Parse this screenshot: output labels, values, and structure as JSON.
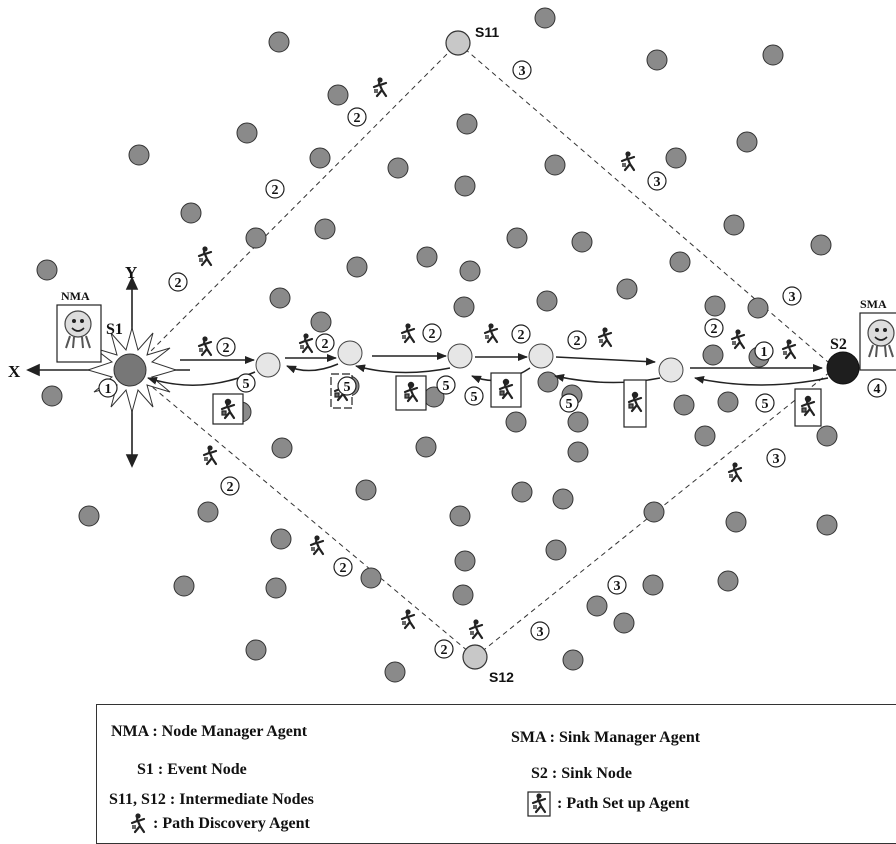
{
  "diagram": {
    "axis_labels": {
      "x": "X",
      "y": "Y"
    },
    "nodes": {
      "event_node": "S1",
      "sink_node": "S2",
      "intermediate_top": "S11",
      "intermediate_bottom": "S12"
    },
    "agents": {
      "node_manager": "NMA",
      "sink_manager": "SMA"
    },
    "step_labels": {
      "one": "1",
      "two": "2",
      "three": "3",
      "four": "4",
      "five": "5"
    }
  },
  "legend": {
    "nma": "NMA : Node Manager Agent",
    "s1": "S1   : Event Node",
    "s11_s12": "S11, S12 : Intermediate Nodes",
    "path_discovery": ": Path Discovery Agent",
    "sma": "SMA : Sink Manager Agent",
    "s2": "S2   : Sink Node",
    "path_setup": ": Path Set up Agent"
  },
  "colors": {
    "sensor_fill": "#8a8a8a",
    "relay_fill": "#e6e6e6",
    "sink_fill": "#1e1e1e",
    "line": "#222222"
  },
  "icons": {
    "path_discovery_agent": "running-agent-icon",
    "path_setup_agent": "boxed-running-agent-icon",
    "manager_agent": "smiley-manager-icon"
  }
}
